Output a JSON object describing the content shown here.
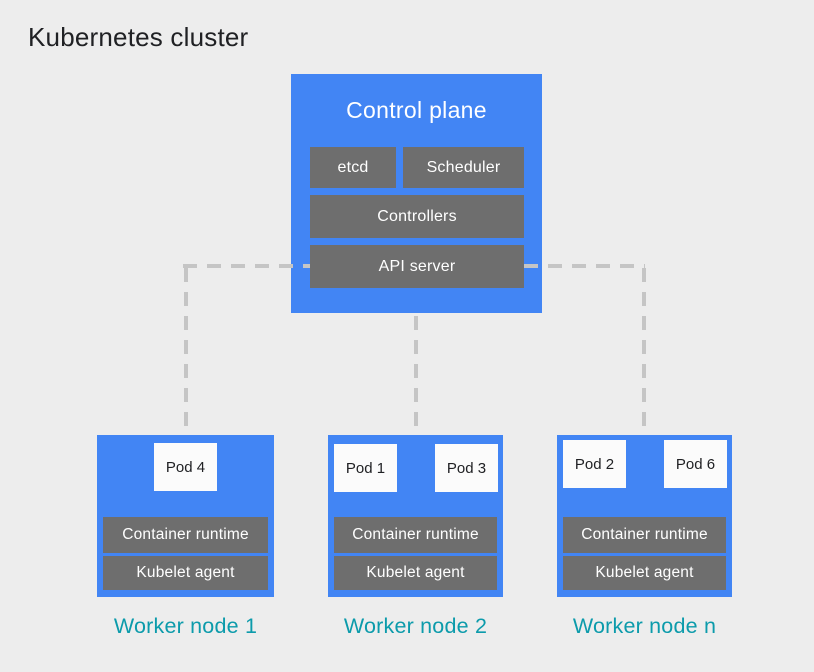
{
  "title": "Kubernetes cluster",
  "colors": {
    "background": "#EDEDED",
    "blue": "#4285F4",
    "gray": "#6E6E6E",
    "pod_bg": "#FBFBFB",
    "dash": "#C5C5C5",
    "teal": "#0C9BAB",
    "title_text": "#202124",
    "white_text": "#FFFFFF"
  },
  "control_plane": {
    "title": "Control plane",
    "components": {
      "etcd": "etcd",
      "scheduler": "Scheduler",
      "controllers": "Controllers",
      "api_server": "API server"
    }
  },
  "workers": [
    {
      "label": "Worker node 1",
      "pods": [
        "Pod 4"
      ],
      "runtime": "Container runtime",
      "agent": "Kubelet agent"
    },
    {
      "label": "Worker node 2",
      "pods": [
        "Pod 1",
        "Pod 3"
      ],
      "runtime": "Container runtime",
      "agent": "Kubelet agent"
    },
    {
      "label": "Worker node n",
      "pods": [
        "Pod 2",
        "Pod 6"
      ],
      "runtime": "Container runtime",
      "agent": "Kubelet agent"
    }
  ]
}
